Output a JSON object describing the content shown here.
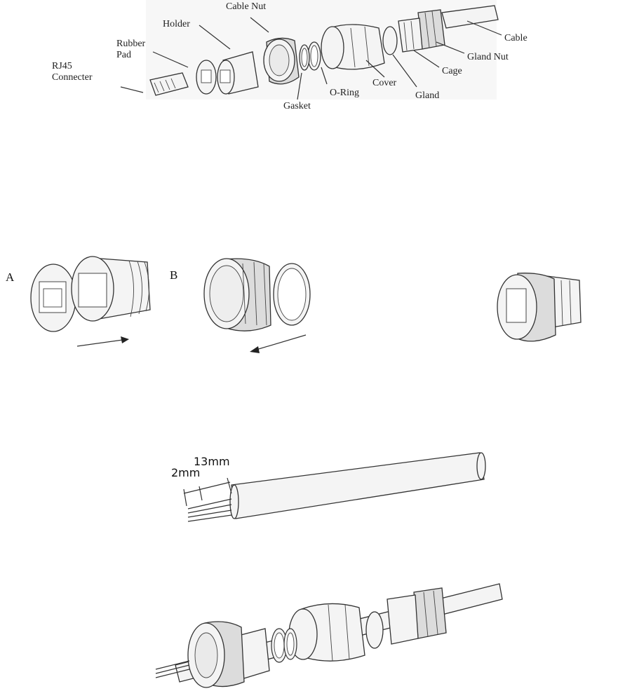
{
  "exploded_view": {
    "labels": {
      "cable_nut": "Cable Nut",
      "holder": "Holder",
      "rubber_pad_line1": "Rubber",
      "rubber_pad_line2": "Pad",
      "rj45_line1": "RJ45",
      "rj45_line2": "Connecter",
      "cable": "Cable",
      "gland_nut": "Gland Nut",
      "cage": "Cage",
      "cover": "Cover",
      "gland": "Gland",
      "o_ring": "O-Ring",
      "gasket": "Gasket"
    }
  },
  "assembly_steps": {
    "step_a": "A",
    "step_b": "B"
  },
  "cable_prep": {
    "dim_13mm": "13mm",
    "dim_2mm": "2mm"
  }
}
